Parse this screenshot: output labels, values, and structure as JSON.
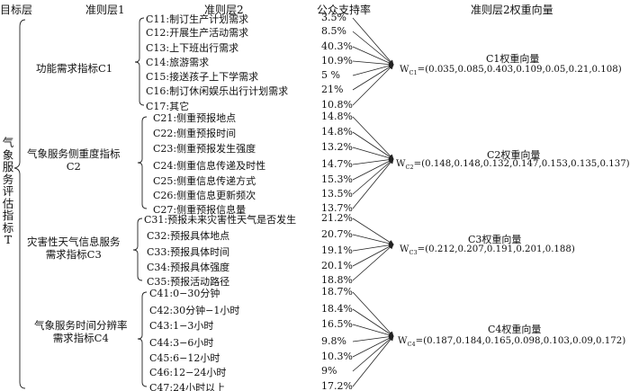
{
  "headers": {
    "target_layer": "目标层",
    "criteria_layer1": "准则层1",
    "criteria_layer2": "准则层2",
    "support_rate": "公众支持率",
    "weight_vector": "准则层2权重向量"
  },
  "target": "气象服务评估指标T",
  "groups": [
    {
      "label_line1": "功能需求指标C1",
      "label_line2": "",
      "weight_title": "C1权重向量",
      "weight_sub": "C1",
      "weight_values": "=(0.035,0.085,0.403,0.109,0.05,0.21,0.108)",
      "items": [
        {
          "label": "C11:制订生产计划需求",
          "rate": "3.5%"
        },
        {
          "label": "C12:开展生产活动需求",
          "rate": "8.5%"
        },
        {
          "label": "C13:上下班出行需求",
          "rate": "40.3%"
        },
        {
          "label": "C14:旅游需求",
          "rate": "10.9%"
        },
        {
          "label": "C15:接送孩子上下学需求",
          "rate": "5 %"
        },
        {
          "label": "C16:制订休闲娱乐出行计划需求",
          "rate": "21%"
        },
        {
          "label": "C17:其它",
          "rate": "10.8%"
        }
      ]
    },
    {
      "label_line1": "气象服务侧重度指标",
      "label_line2": "C2",
      "weight_title": "C2权重向量",
      "weight_sub": "C2",
      "weight_values": "=(0.148,0.148,0.132,0.147,0.153,0.135,0.137)",
      "items": [
        {
          "label": "C21:侧重预报地点",
          "rate": "14.8%"
        },
        {
          "label": "C22:侧重预报时间",
          "rate": "14.8%"
        },
        {
          "label": "C23:侧重预报发生强度",
          "rate": "13.2%"
        },
        {
          "label": "C24:侧重信息传递及时性",
          "rate": "14.7%"
        },
        {
          "label": "C25:侧重信息传递方式",
          "rate": "15.3%"
        },
        {
          "label": "C26:侧重信息更新频次",
          "rate": "13.5%"
        },
        {
          "label": "C27:侧重预报信息量",
          "rate": "13.7%"
        }
      ]
    },
    {
      "label_line1": "灾害性天气信息服务",
      "label_line2": "需求指标C3",
      "weight_title": "C3权重向量",
      "weight_sub": "C3",
      "weight_values": "=(0.212,0.207,0.191,0.201,0.188)",
      "items": [
        {
          "label": "C31:预报未来灾害性天气是否发生",
          "rate": "21.2%"
        },
        {
          "label": "C32:预报具体地点",
          "rate": "20.7%"
        },
        {
          "label": "C33:预报具体时间",
          "rate": "19.1%"
        },
        {
          "label": "C34:预报具体强度",
          "rate": "20.1%"
        },
        {
          "label": "C35:预报活动路径",
          "rate": "18.8%"
        }
      ]
    },
    {
      "label_line1": "气象服务时间分辨率",
      "label_line2": "需求指标C4",
      "weight_title": "C4权重向量",
      "weight_sub": "C4",
      "weight_values": "=(0.187,0.184,0.165,0.098,0.103,0.09,0.172)",
      "items": [
        {
          "label": "C41:0−30分钟",
          "rate": "18.7%"
        },
        {
          "label": "C42:30分钟−1小时",
          "rate": "18.4%"
        },
        {
          "label": "C43:1−3小时",
          "rate": "16.5%"
        },
        {
          "label": "C44:3−6小时",
          "rate": "9.8%"
        },
        {
          "label": "C45:6−12小时",
          "rate": "10.3%"
        },
        {
          "label": "C46:12−24小时",
          "rate": "9%"
        },
        {
          "label": "C47:24小时以上",
          "rate": "17.2%"
        }
      ]
    }
  ]
}
